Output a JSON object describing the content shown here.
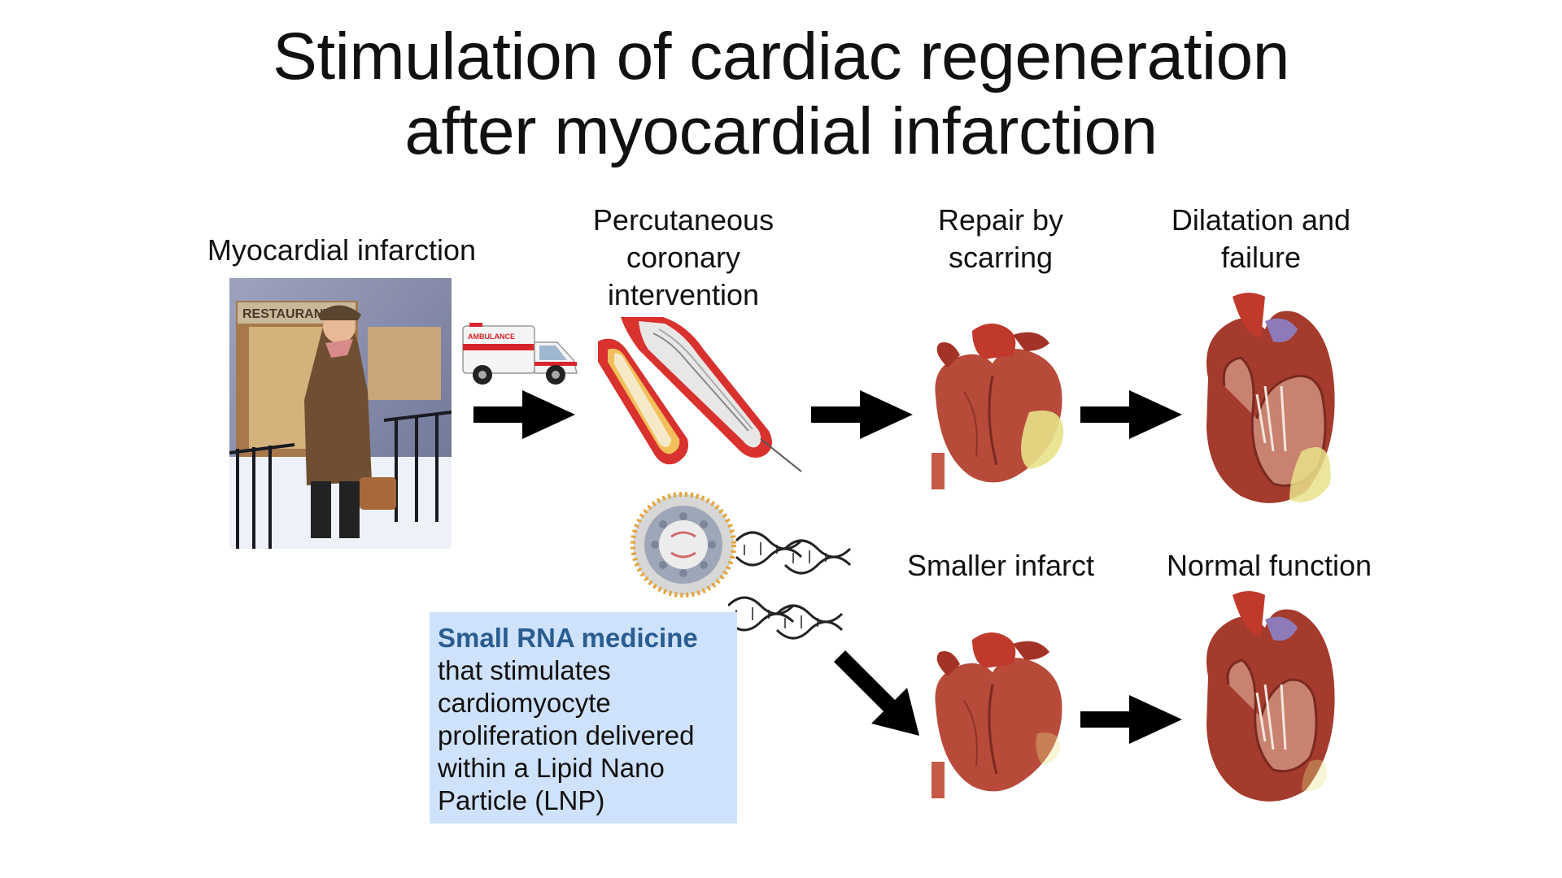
{
  "title": {
    "line1": "Stimulation of cardiac regeneration",
    "line2": "after myocardial infarction"
  },
  "labels": {
    "myocardial_infarction": "Myocardial infarction",
    "pci_line1": "Percutaneous",
    "pci_line2": "coronary",
    "pci_line3": "intervention",
    "repair_line1": "Repair by",
    "repair_line2": "scarring",
    "dilatation_line1": "Dilatation and",
    "dilatation_line2": "failure",
    "smaller_infarct": "Smaller infarct",
    "normal_function": "Normal function"
  },
  "illustration_text": {
    "restaurant_sign": "RESTAURANT",
    "ambulance_text": "AMBULANCE"
  },
  "info_box": {
    "heading": "Small RNA medicine",
    "body_line1": "that stimulates",
    "body_line2": "cardiomyocyte",
    "body_line3": "proliferation delivered",
    "body_line4": "within a Lipid Nano",
    "body_line5": "Particle (LNP)"
  },
  "colors": {
    "info_box_bg": "#cfe2fb",
    "info_heading": "#2a5d91",
    "arrow": "#000000",
    "heart": "#b84a3a",
    "scar": "#e8e28a"
  }
}
